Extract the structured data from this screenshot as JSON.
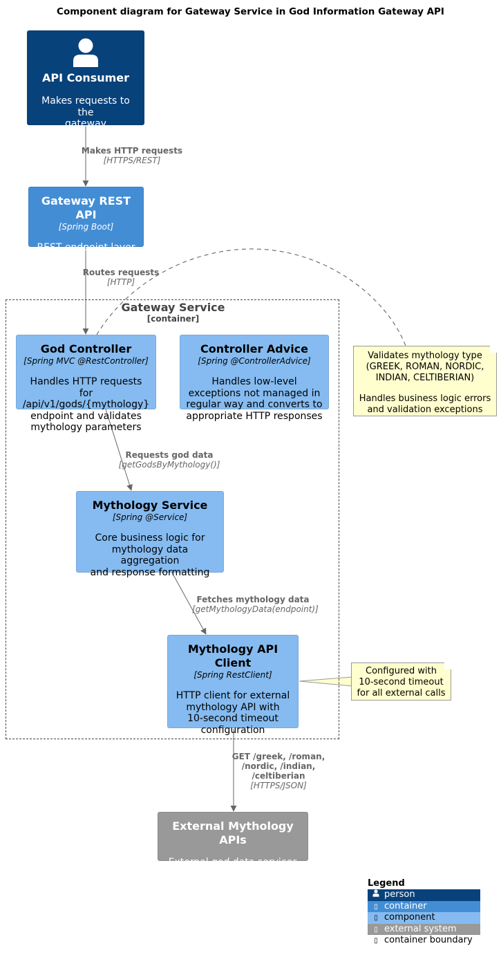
{
  "title": "Component diagram for Gateway Service in God Information Gateway API",
  "colors": {
    "person": "#08427b",
    "container": "#438dd5",
    "component": "#85bbf0",
    "external": "#999999",
    "note": "#fefece",
    "boundary": "#444444",
    "edge": "#666666"
  },
  "nodes": {
    "api_consumer": {
      "icon": "person-icon",
      "name": "API Consumer",
      "desc": [
        "Makes requests to the",
        "gateway"
      ]
    },
    "gateway_rest_api": {
      "name": "Gateway REST API",
      "tech": "[Spring Boot]",
      "desc": [
        "REST endpoint layer"
      ]
    },
    "god_controller": {
      "name": "God Controller",
      "tech": "[Spring MVC @RestController]",
      "desc": [
        "Handles HTTP requests for",
        "/api/v1/gods/{mythology}",
        "endpoint and validates",
        "mythology parameters"
      ]
    },
    "controller_advice": {
      "name": "Controller Advice",
      "tech": "[Spring @ControllerAdvice]",
      "desc": [
        "Handles low-level",
        "exceptions not managed in",
        "regular way and converts to",
        "appropriate HTTP responses"
      ]
    },
    "mythology_service": {
      "name": "Mythology Service",
      "tech": "[Spring @Service]",
      "desc": [
        "Core business logic for",
        "mythology data aggregation",
        "and response formatting"
      ]
    },
    "mythology_api_client": {
      "name": "Mythology API Client",
      "tech": "[Spring RestClient]",
      "desc": [
        "HTTP client for external",
        "mythology API with",
        "10-second timeout",
        "configuration"
      ]
    },
    "external_apis": {
      "name": "External Mythology APIs",
      "desc": [
        "External god data services"
      ]
    }
  },
  "boundary": {
    "name": "Gateway Service",
    "type": "[container]"
  },
  "edges": {
    "e1": {
      "label": "Makes HTTP requests",
      "tech": "[HTTPS/REST]"
    },
    "e2": {
      "label": "Routes requests",
      "tech": "[HTTP]"
    },
    "e3": {
      "label": "Requests god data",
      "tech": "[getGodsByMythology()]"
    },
    "e4": {
      "label": "Fetches mythology data",
      "tech": "[getMythologyData(endpoint)]"
    },
    "e5": {
      "label": [
        "GET /greek, /roman,",
        "/nordic, /indian,",
        "/celtiberian"
      ],
      "tech": "[HTTPS/JSON]"
    }
  },
  "notes": {
    "validation": {
      "p1": [
        "Validates mythology type",
        "(GREEK, ROMAN, NORDIC,",
        "INDIAN, CELTIBERIAN)"
      ],
      "p2": [
        "Handles business logic errors",
        "and validation exceptions"
      ]
    },
    "timeout": {
      "p1": [
        "Configured with",
        "10-second timeout",
        "for all external calls"
      ]
    }
  },
  "legend": {
    "title": "Legend",
    "items": [
      {
        "label": "person",
        "color": "#08427b",
        "icon": "person-icon"
      },
      {
        "label": "container",
        "color": "#438dd5",
        "icon": "container-icon"
      },
      {
        "label": "component",
        "color": "#85bbf0",
        "icon": "component-icon"
      },
      {
        "label": "external system",
        "color": "#999999",
        "icon": "external-system-icon"
      },
      {
        "label": "container boundary",
        "color": "#ffffff",
        "icon": "container-boundary-icon"
      }
    ]
  }
}
